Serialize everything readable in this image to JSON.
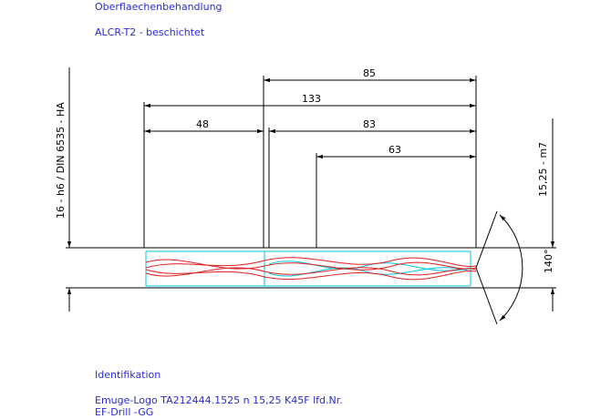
{
  "header": {
    "line1": "Oberflaechenbehandlung",
    "line2": "ALCR-T2  -  beschichtet"
  },
  "dimensions": {
    "d85": "85",
    "d133": "133",
    "d48": "48",
    "d83": "83",
    "d63": "63",
    "shank": "16  -  h6  /  DIN  6535  -  HA",
    "cut": "15,25  -  m7",
    "angle": "140°"
  },
  "footer": {
    "title": "Identifikation",
    "line1": "Emuge-Logo   TA212444.1525     n 15,25   K45F  lfd.Nr.",
    "line2": "EF-Drill    -GG"
  },
  "colors": {
    "text": "#2a2ad8",
    "lines": "#000000",
    "flutes": "#e02020",
    "body": "#00c8e0"
  }
}
